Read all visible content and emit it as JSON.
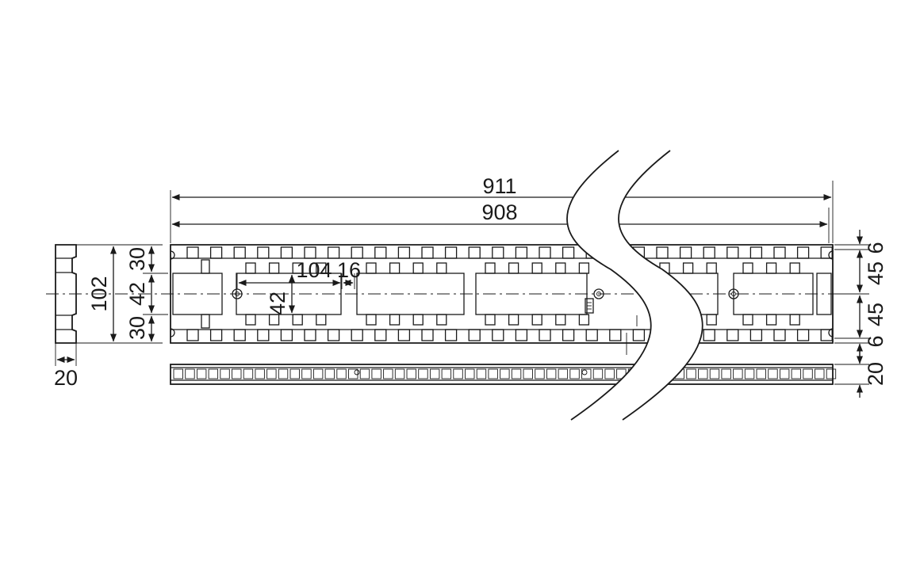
{
  "dimensions": {
    "overall_length_outer": "911",
    "overall_length_inner": "908",
    "pitch": "104",
    "gap": "16",
    "slot_width": "42",
    "left_total_height": "102",
    "left_top": "30",
    "left_middle": "42",
    "left_bottom": "30",
    "side_view_thickness": "20",
    "right_top_small": "6",
    "right_upper_half": "45",
    "right_lower_half": "45",
    "right_bottom_small": "6",
    "right_strip_thickness": "20"
  },
  "colors": {
    "line": "#1a1a1a",
    "background": "#ffffff"
  }
}
